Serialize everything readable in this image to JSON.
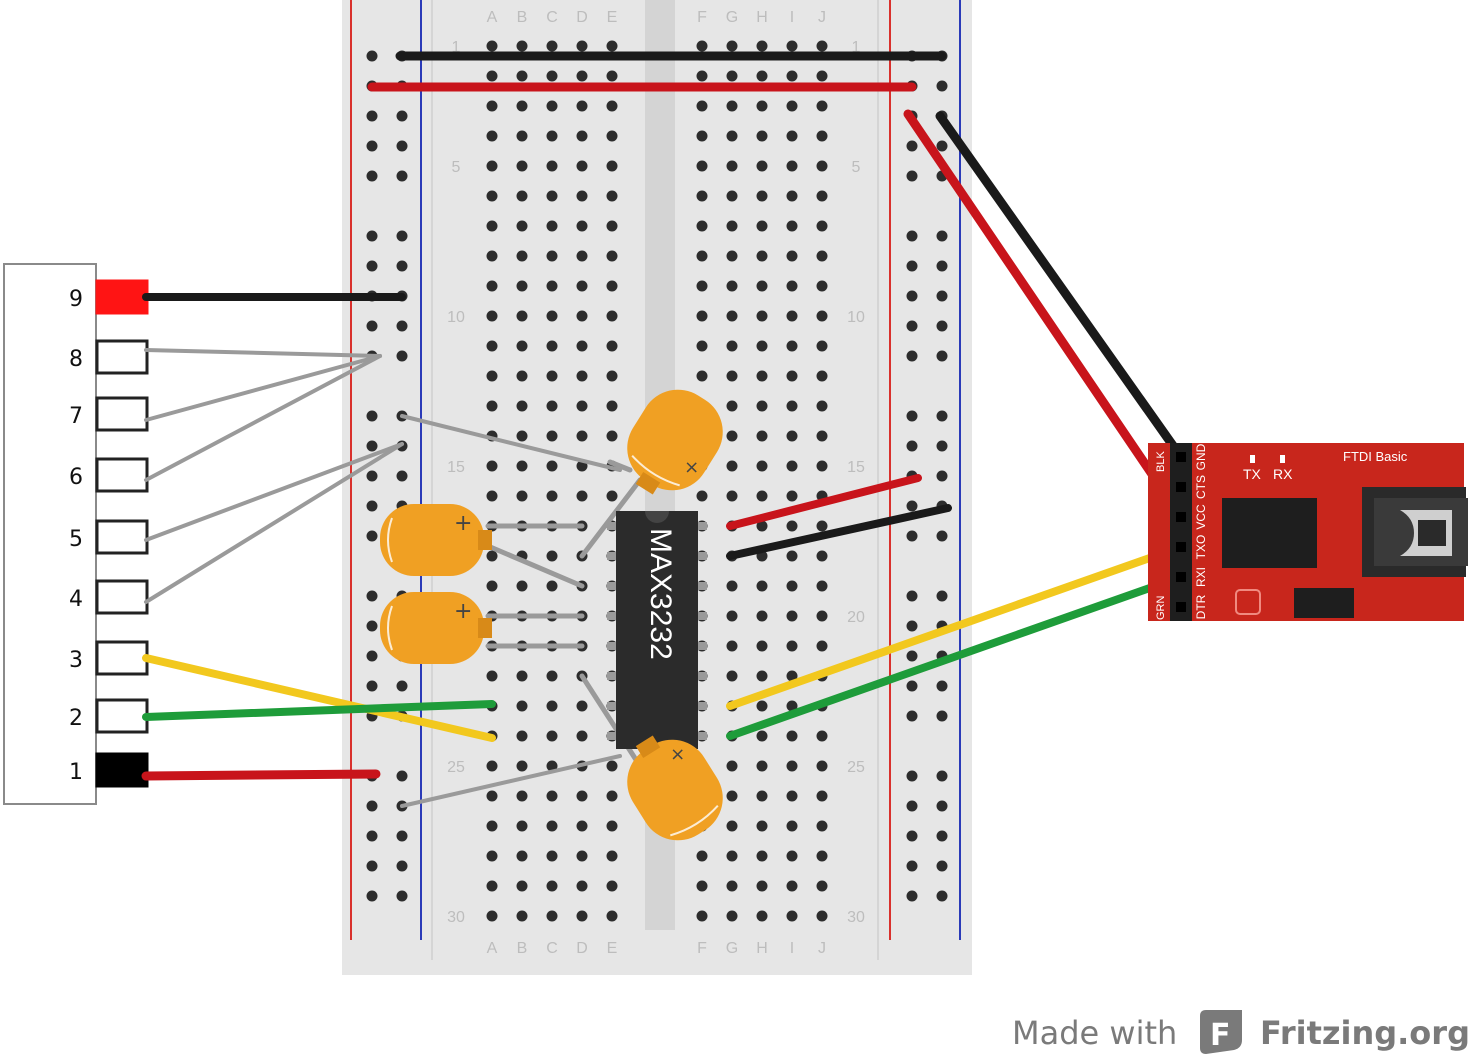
{
  "breadboard": {
    "column_letters_left": [
      "A",
      "B",
      "C",
      "D",
      "E"
    ],
    "column_letters_right": [
      "F",
      "G",
      "H",
      "I",
      "J"
    ],
    "row_numbers": [
      "1",
      "5",
      "10",
      "15",
      "20",
      "25",
      "30"
    ]
  },
  "chip": {
    "label": "MAX3232"
  },
  "connector": {
    "pins": [
      "9",
      "8",
      "7",
      "6",
      "5",
      "4",
      "3",
      "2",
      "1"
    ]
  },
  "ftdi": {
    "title": "FTDI Basic",
    "tx_label": "TX",
    "rx_label": "RX",
    "left_labels": [
      "BLK",
      "GRN"
    ],
    "pin_labels": [
      "GND",
      "CTS",
      "VCC",
      "TXO",
      "RXI",
      "DTR"
    ]
  },
  "footer": {
    "made_with": "Made with",
    "brand": "Fritzing.org",
    "logo_letter": "F"
  },
  "colors": {
    "wire_red": "#c8141b",
    "wire_black": "#1a1a1a",
    "wire_yellow": "#f2c81e",
    "wire_green": "#1e9c3a",
    "wire_gray": "#9a9a9a",
    "capacitor": "#f0a023",
    "ftdi_board": "#c8261c",
    "breadboard": "#e8e8e8"
  }
}
